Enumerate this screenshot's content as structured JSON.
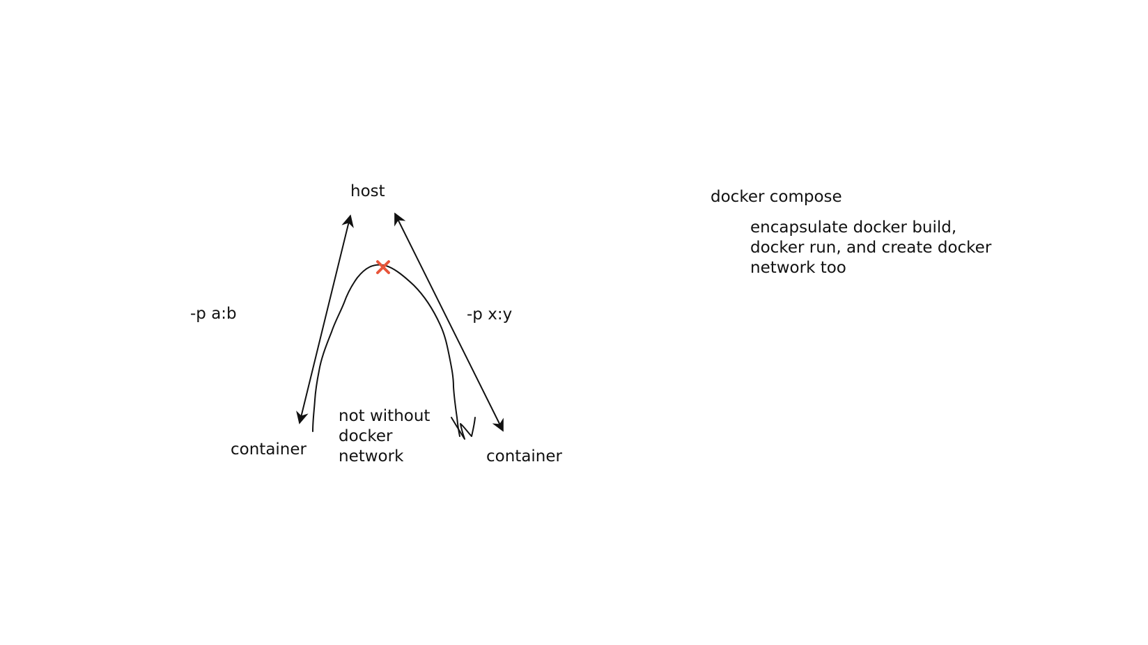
{
  "nodes": {
    "host": "host",
    "container_left": "container",
    "container_right": "container"
  },
  "edges": {
    "left_port": "-p a:b",
    "right_port": "-p x:y",
    "blocked_note": [
      "not without",
      "docker",
      "network"
    ]
  },
  "notes": {
    "compose_title": "docker compose",
    "compose_lines": [
      "encapsulate docker build,",
      "docker run, and create docker",
      "network too"
    ]
  },
  "colors": {
    "ink": "#111111",
    "blocked_mark": "#e8553a"
  },
  "icons": {
    "blocked": "cross-mark-icon"
  }
}
